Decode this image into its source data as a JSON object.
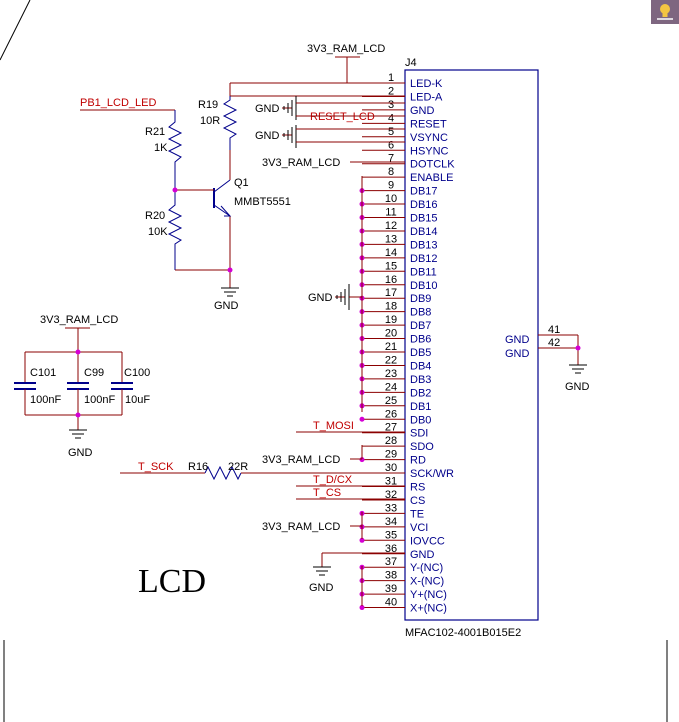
{
  "colors": {
    "wire": "#8b0000",
    "net_label": "#c00000",
    "component": "#00008b",
    "junction": "#d400d4",
    "text": "#000000",
    "hint_bg": "#7e6680",
    "hint_icon": "#f4c542"
  },
  "hint_icon": "lightbulb-icon",
  "title": "LCD",
  "connector": {
    "ref": "J4",
    "part": "MFAC102-4001B015E2",
    "pins": [
      {
        "num": "1",
        "name": "LED-K"
      },
      {
        "num": "2",
        "name": "LED-A"
      },
      {
        "num": "3",
        "name": "GND"
      },
      {
        "num": "4",
        "name": "RESET"
      },
      {
        "num": "5",
        "name": "VSYNC"
      },
      {
        "num": "6",
        "name": "HSYNC"
      },
      {
        "num": "7",
        "name": "DOTCLK"
      },
      {
        "num": "8",
        "name": "ENABLE"
      },
      {
        "num": "9",
        "name": "DB17"
      },
      {
        "num": "10",
        "name": "DB16"
      },
      {
        "num": "11",
        "name": "DB15"
      },
      {
        "num": "12",
        "name": "DB14"
      },
      {
        "num": "13",
        "name": "DB13"
      },
      {
        "num": "14",
        "name": "DB12"
      },
      {
        "num": "15",
        "name": "DB11"
      },
      {
        "num": "16",
        "name": "DB10"
      },
      {
        "num": "17",
        "name": "DB9"
      },
      {
        "num": "18",
        "name": "DB8"
      },
      {
        "num": "19",
        "name": "DB7"
      },
      {
        "num": "20",
        "name": "DB6"
      },
      {
        "num": "21",
        "name": "DB5"
      },
      {
        "num": "22",
        "name": "DB4"
      },
      {
        "num": "23",
        "name": "DB3"
      },
      {
        "num": "24",
        "name": "DB2"
      },
      {
        "num": "25",
        "name": "DB1"
      },
      {
        "num": "26",
        "name": "DB0"
      },
      {
        "num": "27",
        "name": "SDI"
      },
      {
        "num": "28",
        "name": "SDO"
      },
      {
        "num": "29",
        "name": "RD"
      },
      {
        "num": "30",
        "name": "SCK/WR"
      },
      {
        "num": "31",
        "name": "RS"
      },
      {
        "num": "32",
        "name": "CS"
      },
      {
        "num": "33",
        "name": "TE"
      },
      {
        "num": "34",
        "name": "VCI"
      },
      {
        "num": "35",
        "name": "IOVCC"
      },
      {
        "num": "36",
        "name": "GND"
      },
      {
        "num": "37",
        "name": "Y-(NC)"
      },
      {
        "num": "38",
        "name": "X-(NC)"
      },
      {
        "num": "39",
        "name": "Y+(NC)"
      },
      {
        "num": "40",
        "name": "X+(NC)"
      }
    ],
    "right_pins": [
      {
        "num": "41",
        "name": "GND"
      },
      {
        "num": "42",
        "name": "GND"
      }
    ]
  },
  "nets": {
    "pwr_top": "3V3_RAM_LCD",
    "pwr_dotclk": "3V3_RAM_LCD",
    "pwr_rd": "3V3_RAM_LCD",
    "pwr_vci": "3V3_RAM_LCD",
    "pwr_caps": "3V3_RAM_LCD",
    "gnd_pin3": "GND",
    "gnd_pin5": "GND",
    "gnd_db": "GND",
    "gnd_q1": "GND",
    "gnd_caps": "GND",
    "gnd_pin36": "GND",
    "gnd_right": "GND",
    "reset": "RESET_LCD",
    "led": "PB1_LCD_LED",
    "mosi": "T_MOSI",
    "sck": "T_SCK",
    "dcx": "T_D/CX",
    "cs": "T_CS"
  },
  "parts": {
    "r19": {
      "ref": "R19",
      "value": "10R"
    },
    "r21": {
      "ref": "R21",
      "value": "1K"
    },
    "r20": {
      "ref": "R20",
      "value": "10K"
    },
    "q1": {
      "ref": "Q1",
      "value": "MMBT5551"
    },
    "r16": {
      "ref": "R16",
      "value": "22R"
    },
    "c101": {
      "ref": "C101",
      "value": "100nF"
    },
    "c99": {
      "ref": "C99",
      "value": "100nF"
    },
    "c100": {
      "ref": "C100",
      "value": "10uF"
    }
  }
}
